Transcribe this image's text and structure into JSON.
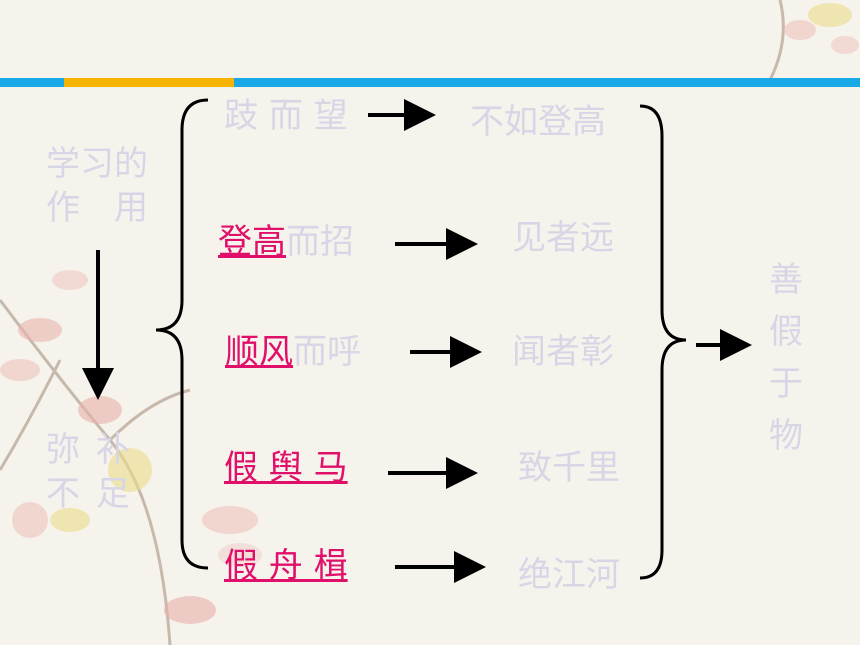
{
  "left": {
    "top_label": [
      "学习的",
      "作　用"
    ],
    "bottom_label": [
      "弥补",
      "不足"
    ]
  },
  "rows": [
    {
      "highlight": "",
      "rest": "跂 而 望",
      "result": "不如登高"
    },
    {
      "highlight": "登高",
      "rest": "而招",
      "result": "见者远"
    },
    {
      "highlight": "顺风",
      "rest": "而呼",
      "result": "闻者彰"
    },
    {
      "highlight": "假 舆 马",
      "rest": "",
      "result": "致千里"
    },
    {
      "highlight": "假 舟 楫",
      "rest": "",
      "result": "绝江河"
    }
  ],
  "conclusion": "善假于物",
  "colors": {
    "accent_blue": "#19a9e6",
    "accent_yellow": "#f4b400",
    "highlight": "#e0106a",
    "faint_text": "#d8d6e6"
  }
}
